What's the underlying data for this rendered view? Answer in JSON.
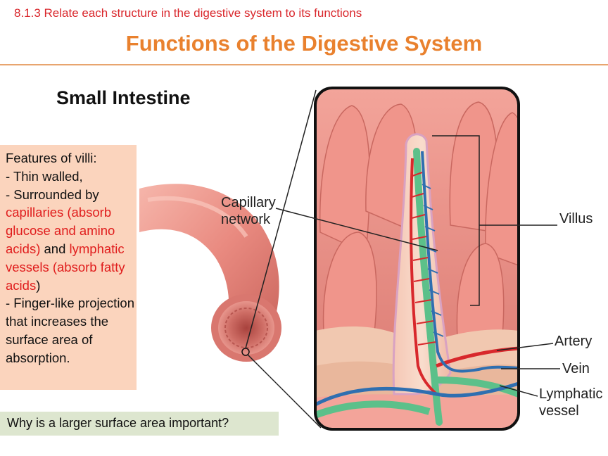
{
  "header": {
    "objective": "8.1.3 Relate each structure in the digestive system to its functions",
    "title": "Functions of the Digestive System"
  },
  "subtitle": "Small Intestine",
  "features": {
    "heading": "Features of villi:",
    "line_thin": "- Thin walled,",
    "line_surrounded": "- Surrounded by",
    "red_capillaries": "capillaries (absorb glucose and amino acids)",
    "and_text": " and",
    "red_lymphatic": "lymphatic vessels (absorb fatty acids",
    "close_paren": ")",
    "line_finger": "- Finger-like projection that increases the surface area of absorption."
  },
  "question": "Why is a larger surface area important?",
  "diagram_labels": {
    "capillary_line1": "Capillary",
    "capillary_line2": "network",
    "villus": "Villus",
    "artery": "Artery",
    "vein": "Vein",
    "lymphatic_line1": "Lymphatic",
    "lymphatic_line2": "vessel"
  },
  "colors": {
    "objective": "#d9262b",
    "title": "#e9812e",
    "features_bg": "#fbd4bd",
    "question_bg": "#dde6cf",
    "red_text": "#e01c1c",
    "artery": "#d8282c",
    "vein": "#2f6fb0",
    "lymph": "#5cc08a"
  }
}
